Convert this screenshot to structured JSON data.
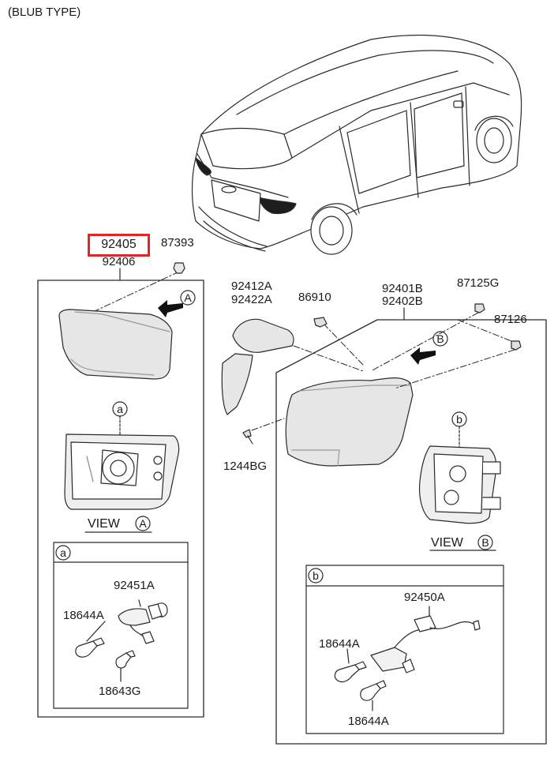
{
  "title": "(BLUB TYPE)",
  "highlight_color": "#e0262b",
  "parts": {
    "p92405": "92405",
    "p92406": "92406",
    "p87393": "87393",
    "p92412A": "92412A",
    "p92422A": "92422A",
    "p86910": "86910",
    "p92401B": "92401B",
    "p92402B": "92402B",
    "p87125G": "87125G",
    "p87126": "87126",
    "p1244BG": "1244BG"
  },
  "view_a": {
    "label": "VIEW",
    "marker": "A"
  },
  "view_b": {
    "label": "VIEW",
    "marker": "B"
  },
  "arrow_a": "A",
  "arrow_b": "B",
  "callout_a": "a",
  "callout_b": "b",
  "detail_a": {
    "marker": "a",
    "socket": "92451A",
    "bulb_left": "18644A",
    "bulb_bottom": "18643G"
  },
  "detail_b": {
    "marker": "b",
    "socket": "92450A",
    "bulb_left": "18644A",
    "bulb_bottom": "18644A"
  }
}
